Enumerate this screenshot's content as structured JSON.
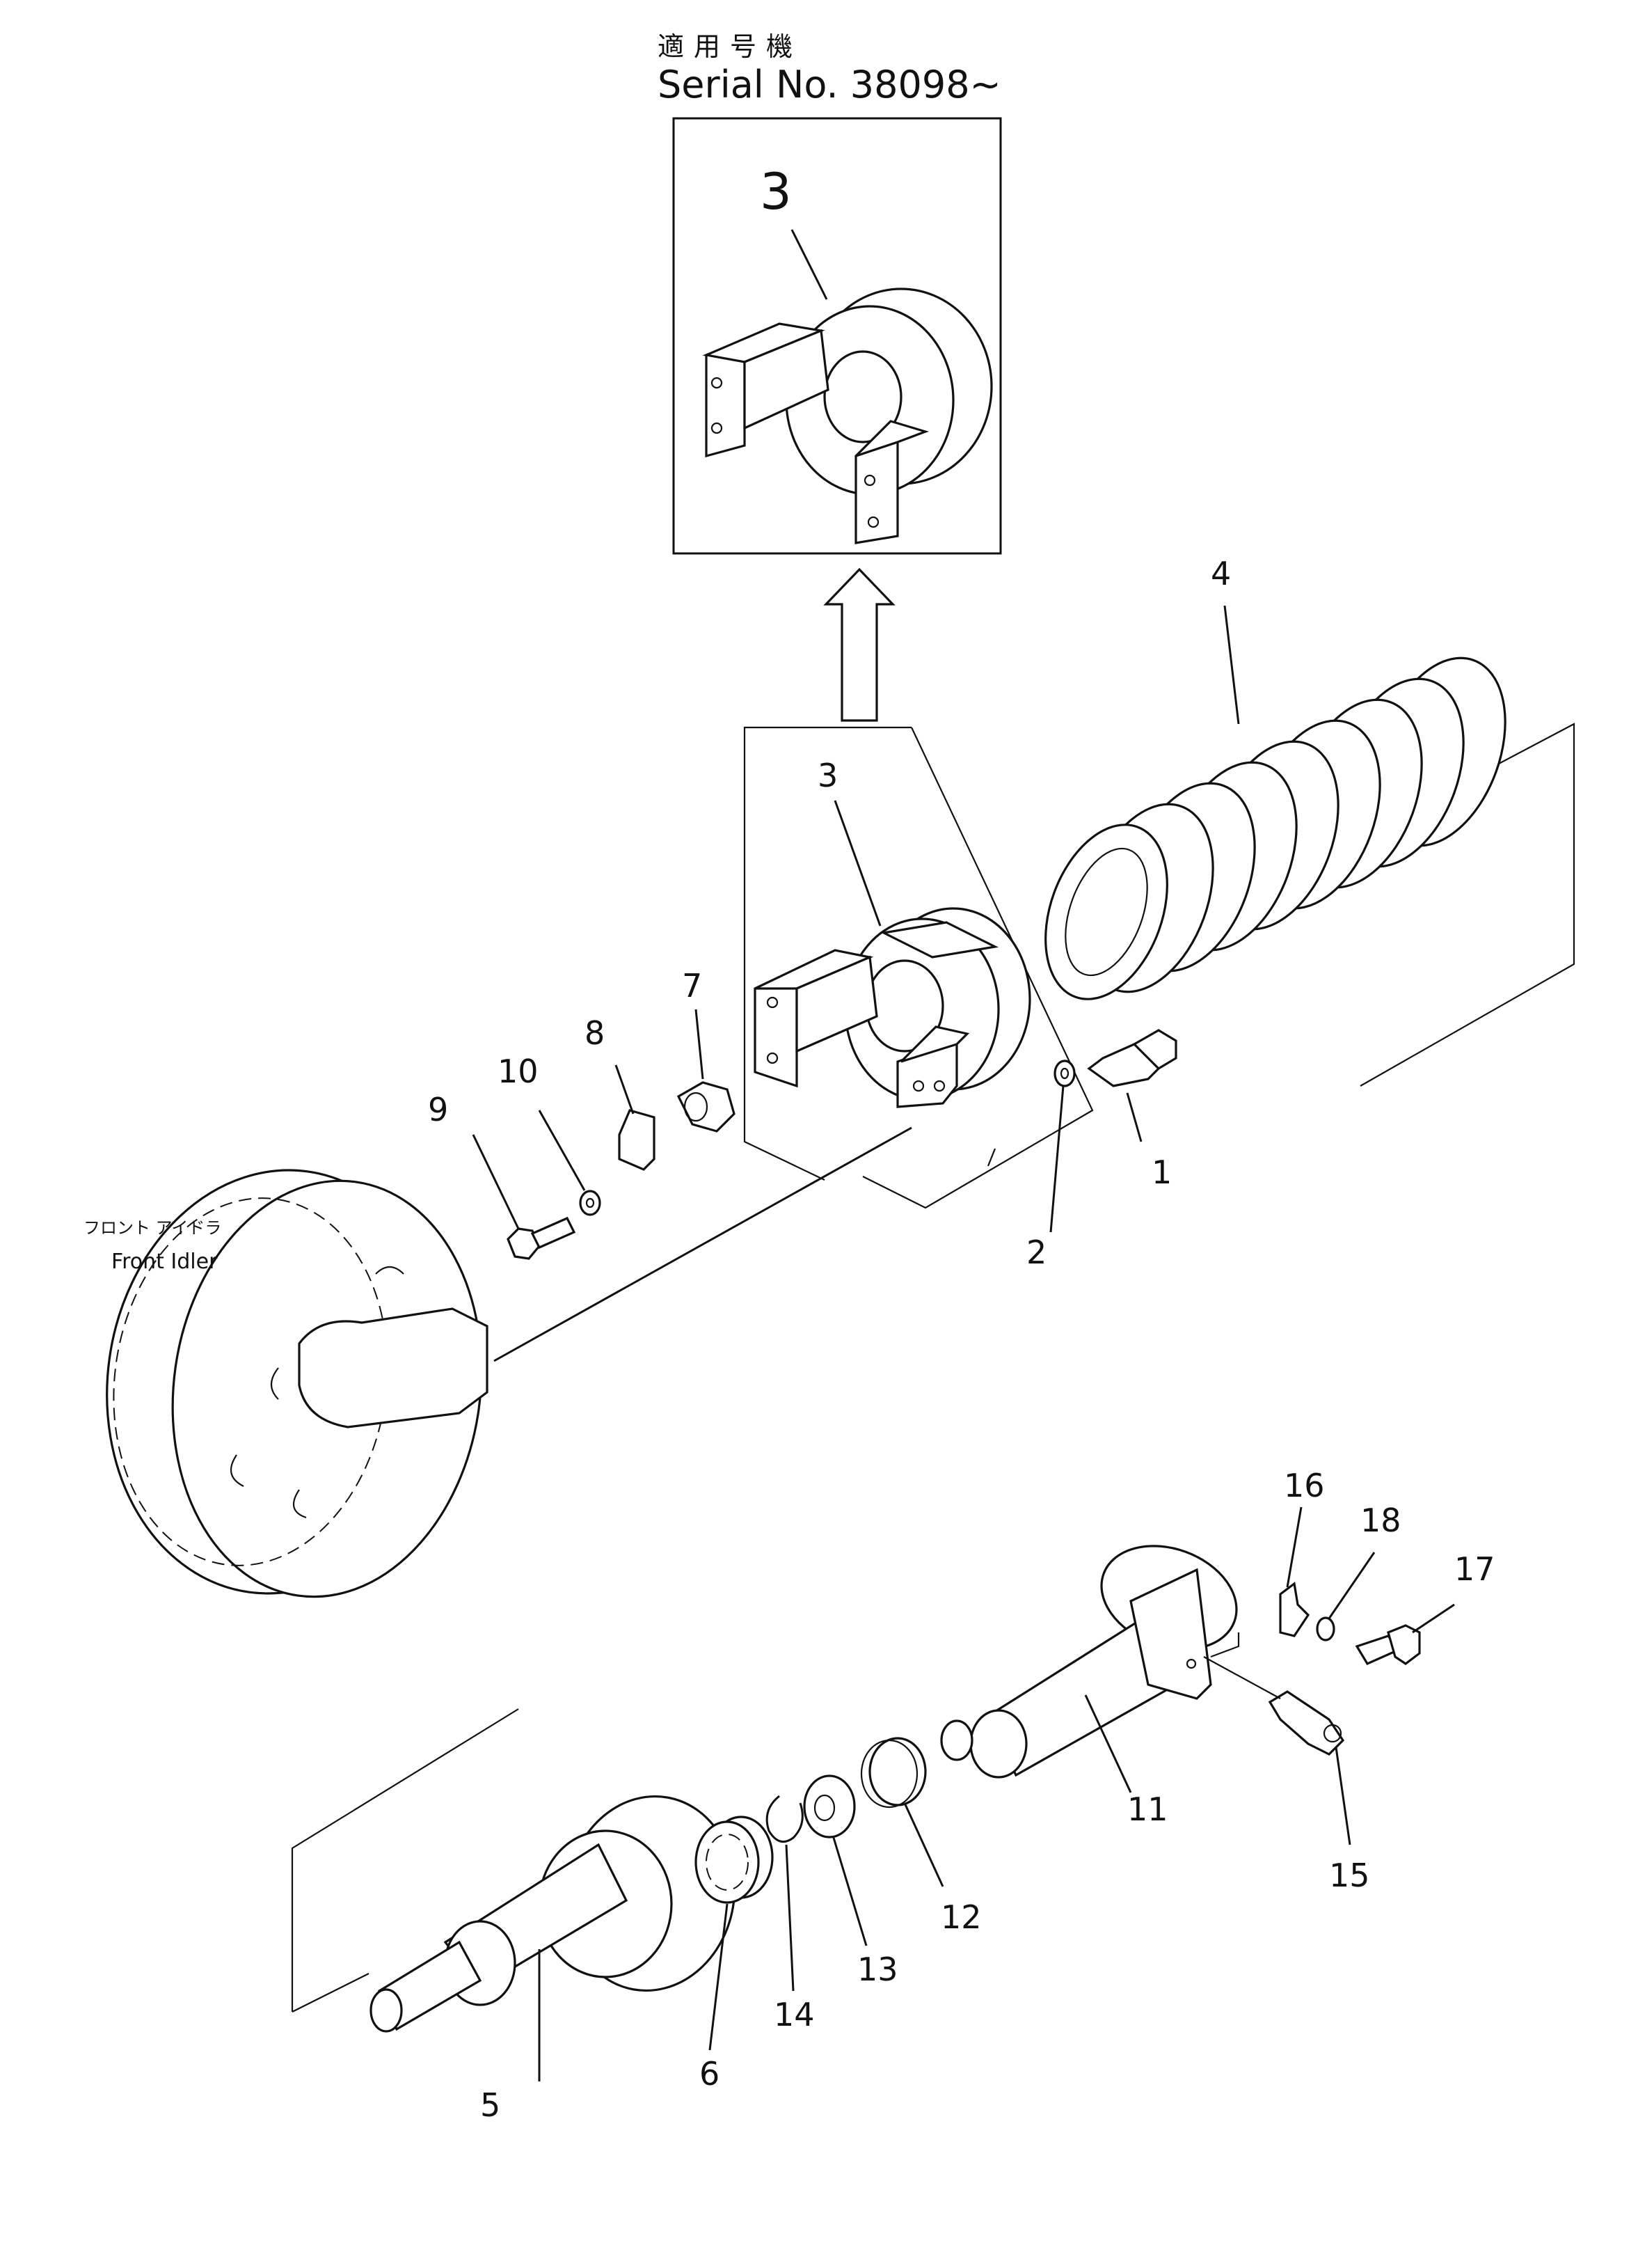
{
  "header": {
    "applicable_model_jp": "適用号機",
    "serial_label": "Serial No. 38098~"
  },
  "inset": {
    "part_number": "3"
  },
  "front_idler": {
    "label_jp": "フロント アイドラ",
    "label_en": "Front Idler"
  },
  "callouts": [
    "1",
    "2",
    "3",
    "4",
    "5",
    "6",
    "7",
    "8",
    "9",
    "10",
    "11",
    "12",
    "13",
    "14",
    "15",
    "16",
    "17",
    "18"
  ]
}
